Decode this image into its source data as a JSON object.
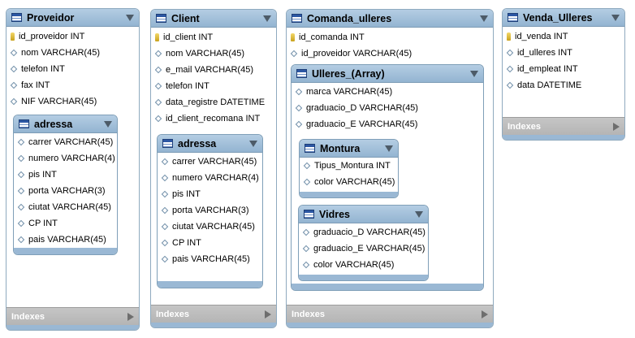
{
  "tables": {
    "proveidor": {
      "name": "Proveidor",
      "columns": [
        "id_proveidor INT",
        "nom VARCHAR(45)",
        "telefon INT",
        "fax INT",
        "NIF VARCHAR(45)"
      ],
      "indexes": "Indexes",
      "nested": {
        "name": "adressa",
        "columns": [
          "carrer VARCHAR(45)",
          "numero VARCHAR(4)",
          "pis INT",
          "porta VARCHAR(3)",
          "ciutat VARCHAR(45)",
          "CP INT",
          "pais VARCHAR(45)"
        ]
      }
    },
    "client": {
      "name": "Client",
      "columns": [
        "id_client INT",
        "nom VARCHAR(45)",
        "e_mail VARCHAR(45)",
        "telefon INT",
        "data_registre DATETIME",
        "id_client_recomana INT"
      ],
      "indexes": "Indexes",
      "nested": {
        "name": "adressa",
        "columns": [
          "carrer VARCHAR(45)",
          "numero VARCHAR(4)",
          "pis INT",
          "porta VARCHAR(3)",
          "ciutat VARCHAR(45)",
          "CP INT",
          "pais VARCHAR(45)"
        ]
      }
    },
    "comanda": {
      "name": "Comanda_ulleres",
      "columns": [
        "id_comanda INT",
        "id_proveidor VARCHAR(45)"
      ],
      "indexes": "Indexes",
      "ulleres": {
        "name": "Ulleres_(Array)",
        "columns": [
          "marca VARCHAR(45)",
          "graduacio_D VARCHAR(45)",
          "graduacio_E VARCHAR(45)"
        ],
        "montura": {
          "name": "Montura",
          "columns": [
            "Tipus_Montura INT",
            "color VARCHAR(45)"
          ]
        },
        "vidres": {
          "name": "Vidres",
          "columns": [
            "graduacio_D VARCHAR(45)",
            "graduacio_E VARCHAR(45)",
            "color VARCHAR(45)"
          ]
        }
      }
    },
    "venda": {
      "name": "Venda_Ulleres",
      "columns": [
        "id_venda INT",
        "id_ulleres INT",
        "id_empleat INT",
        "data DATETIME"
      ],
      "indexes": "Indexes"
    }
  }
}
